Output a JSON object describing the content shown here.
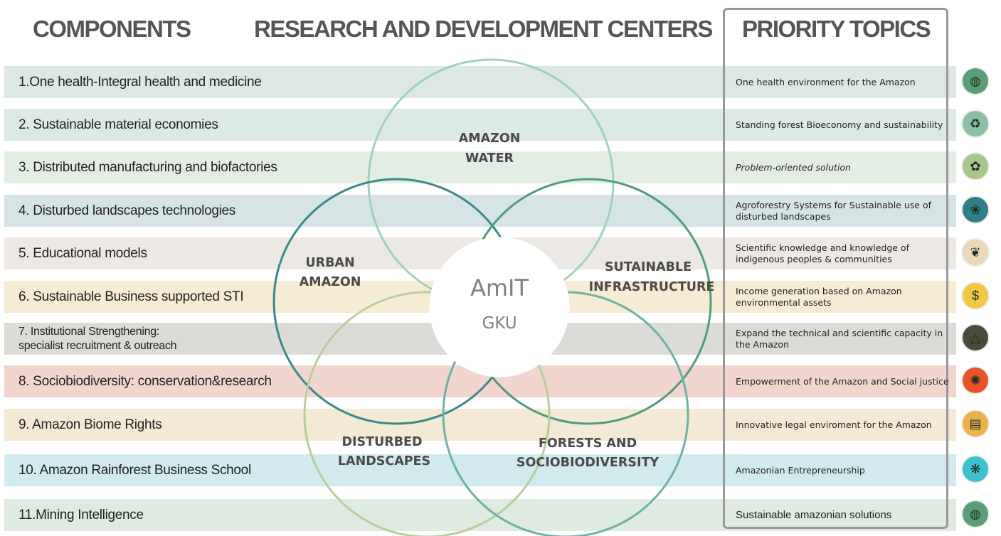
{
  "headers": {
    "components": "COMPONENTS",
    "centers": "RESEARCH AND DEVELOPMENT CENTERS",
    "priority": "PRIORITY TOPICS"
  },
  "rows": [
    {
      "component": "1.One health-Integral health and medicine",
      "topic": "One health environment for the Amazon",
      "bg": "#dae7df",
      "icon": "globe-health-icon",
      "icon_bg": "#5a9e78",
      "icon_glyph": "◍"
    },
    {
      "component": "2. Sustainable material economies",
      "topic": "Standing  forest Bioeconomy and sustainability",
      "bg": "#dbe8e2",
      "icon": "recycle-bottle-icon",
      "icon_bg": "#8cc0a5",
      "icon_glyph": "♻"
    },
    {
      "component": "3. Distributed manufacturing and biofactories",
      "topic": "Problem-oriented solution",
      "bg": "#e3ece3",
      "icon": "hands-plant-icon",
      "icon_bg": "#a8c68c",
      "icon_glyph": "✿"
    },
    {
      "component": "4. Disturbed landscapes technologies",
      "topic": "Agroforestry Systems  for Sustainable use of disturbed landscapes",
      "bg": "#d5e3e5",
      "icon": "plant-gear-icon",
      "icon_bg": "#2f7f86",
      "icon_glyph": "❀"
    },
    {
      "component": "5. Educational models",
      "topic": "Scientific knowledge and knowledge of indigenous peoples & communities",
      "bg": "#ebe7e2",
      "icon": "head-leaf-icon",
      "icon_bg": "#ead9b8",
      "icon_glyph": "❦"
    },
    {
      "component": "6. Sustainable Business supported STI",
      "topic": "Income generation based on Amazon environmental assets",
      "bg": "#f5ead1",
      "icon": "money-brain-icon",
      "icon_bg": "#f2c744",
      "icon_glyph": "$"
    },
    {
      "component": "7. Institutional Strengthening:\nspecialist recruitment & outreach",
      "topic": "Expand the technical and scientific capacity in the Amazon",
      "bg": "#d9d9d6",
      "icon": "triangle-arrows-icon",
      "icon_bg": "#4a4a3c",
      "icon_glyph": "△"
    },
    {
      "component": "8. Sociobiodiversity: conservation&research",
      "topic": "Empowerment of the Amazon and Social justice",
      "bg": "#f2d3cc",
      "icon": "lightbulb-icon",
      "icon_bg": "#e8542a",
      "icon_glyph": "✺"
    },
    {
      "component": "9. Amazon Biome Rights",
      "topic": "Innovative  legal enviroment for the Amazon",
      "bg": "#f3e8d3",
      "icon": "document-law-icon",
      "icon_bg": "#e9b24a",
      "icon_glyph": "▤"
    },
    {
      "component": "10. Amazon  Rainforest Business School",
      "topic": "Amazonian Entrepreneurship",
      "bg": "#cfe9ec",
      "icon": "plant-coin-icon",
      "icon_bg": "#3cc1cf",
      "icon_glyph": "❋"
    },
    {
      "component": "11.Mining Intelligence",
      "topic": "Sustainable amazonian solutions",
      "bg": "#dde9df",
      "icon": "globe-health-icon",
      "icon_bg": "#5a9e78",
      "icon_glyph": "◍"
    }
  ],
  "venn": {
    "center_title": "AmIT",
    "center_subtitle": "GKU",
    "amazon_water": [
      "AMAZON",
      "WATER"
    ],
    "urban_amazon": [
      "URBAN",
      "AMAZON"
    ],
    "infrastructure": [
      "SUTAINABLE",
      "INFRASTRUCTURE"
    ],
    "disturbed": [
      "DISTURBED",
      "LANDSCAPES"
    ],
    "forests": [
      "FORESTS  AND",
      "SOCIOBIODIVERSITY"
    ]
  },
  "colors": {
    "circle_water": "#9fd3bd",
    "circle_urban": "#3a8a8c",
    "circle_infrastructure": "#4f9c7e",
    "circle_disturbed": "#b7cf9b",
    "circle_forests": "#6fb2a5",
    "priority_frame": "#999999"
  }
}
